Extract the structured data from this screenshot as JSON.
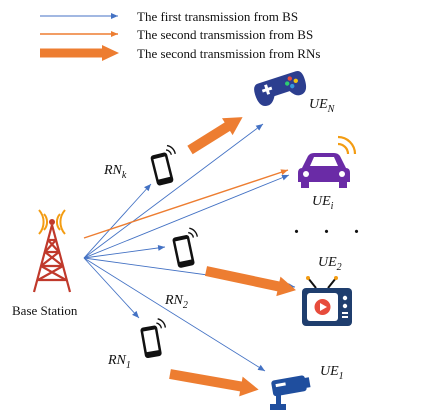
{
  "legend": {
    "items": [
      {
        "label": "The first transmission from BS",
        "style": "thin-blue"
      },
      {
        "label": "The second transmission from BS",
        "style": "thin-orange"
      },
      {
        "label": "The second transmission from RNs",
        "style": "thick-orange"
      }
    ]
  },
  "colors": {
    "blue": "#4472C4",
    "orange": "#ED7D31",
    "tower": "#C0392B",
    "wifi": "#F39C12",
    "phone": "#111111",
    "ue_blue": "#1F3E6E",
    "car": "#6A2BA6",
    "gamepad": "#2C3E8F",
    "tv_screen": "#1F4E79",
    "tv_play": "#E74C3C"
  },
  "nodes": {
    "bs": {
      "label": "Base Station",
      "icon": "cell-tower-icon"
    },
    "rn_k": {
      "main": "RN",
      "sub": "k",
      "icon": "phone-icon"
    },
    "rn_2": {
      "main": "RN",
      "sub": "2",
      "icon": "phone-icon"
    },
    "rn_1": {
      "main": "RN",
      "sub": "1",
      "icon": "phone-icon"
    },
    "ue_n": {
      "main": "UE",
      "sub": "N",
      "icon": "gamepad-icon"
    },
    "ue_i": {
      "main": "UE",
      "sub": "i",
      "icon": "car-icon"
    },
    "ue_2": {
      "main": "UE",
      "sub": "2",
      "icon": "tv-icon"
    },
    "ue_1": {
      "main": "UE",
      "sub": "1",
      "icon": "security-camera-icon"
    },
    "ellipsis": ". . ."
  }
}
